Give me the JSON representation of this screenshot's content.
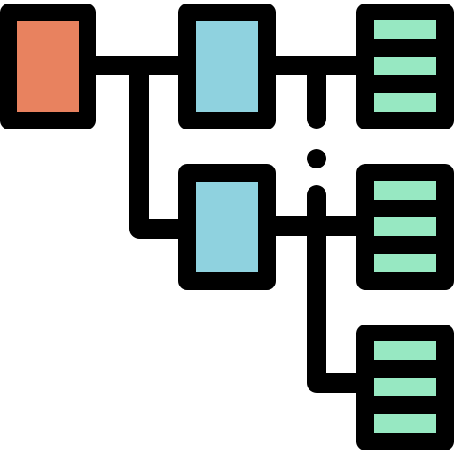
{
  "icon": {
    "name": "hierarchy-structure-icon",
    "colors": {
      "outline": "#000000",
      "root": "#e8825f",
      "branch": "#8fd2df",
      "leaf": "#97e8c2",
      "background": "#ffffff"
    },
    "nodes": [
      {
        "name": "root-node",
        "kind": "root"
      },
      {
        "name": "branch-node-top",
        "kind": "branch"
      },
      {
        "name": "branch-node-middle",
        "kind": "branch"
      },
      {
        "name": "leaf-list-top",
        "kind": "leaf",
        "rows": 3
      },
      {
        "name": "leaf-list-middle",
        "kind": "leaf",
        "rows": 3
      },
      {
        "name": "leaf-list-bottom",
        "kind": "leaf",
        "rows": 3
      }
    ]
  }
}
